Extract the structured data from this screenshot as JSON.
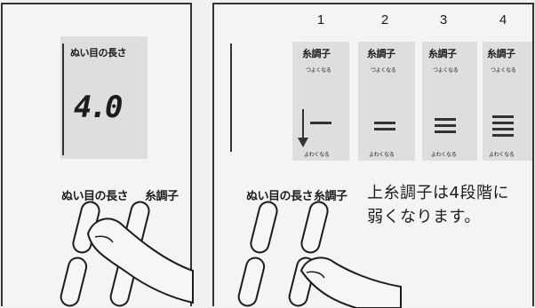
{
  "left": {
    "display_label": "ぬい目の長さ",
    "display_value": "4.0",
    "button_left_label": "ぬい目の長さ",
    "button_right_label": "糸調子"
  },
  "right": {
    "columns": [
      {
        "number": "1",
        "title": "糸調子",
        "top_label": "つよくなる",
        "bottom_label": "よわくなる",
        "bars": 1
      },
      {
        "number": "2",
        "title": "糸調子",
        "top_label": "つよくなる",
        "bottom_label": "よわくなる",
        "bars": 2
      },
      {
        "number": "3",
        "title": "糸調子",
        "top_label": "つよくなる",
        "bottom_label": "よわくなる",
        "bars": 3
      },
      {
        "number": "4",
        "title": "糸調子",
        "top_label": "つよくなる",
        "bottom_label": "よわくなる",
        "bars": 4
      }
    ],
    "button_left_label": "ぬい目の長さ",
    "button_right_label": "糸調子",
    "description_line1": "上糸調子は4段階に",
    "description_line2": "弱くなります。"
  }
}
